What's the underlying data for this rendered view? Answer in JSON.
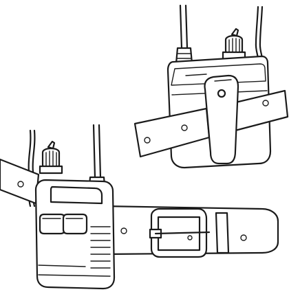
{
  "figure": {
    "subject": "belt-clip-mounting-illustration",
    "views": [
      {
        "id": "rear-view",
        "parts": [
          "belt",
          "transmitter",
          "belt-clip",
          "antenna",
          "knob",
          "cable"
        ]
      },
      {
        "id": "front-view",
        "parts": [
          "belt",
          "buckle",
          "transmitter",
          "antenna",
          "knob",
          "cable",
          "control-buttons",
          "grip-ribs"
        ]
      }
    ],
    "line_color": "#1a1a1a",
    "background_color": "#ffffff"
  }
}
